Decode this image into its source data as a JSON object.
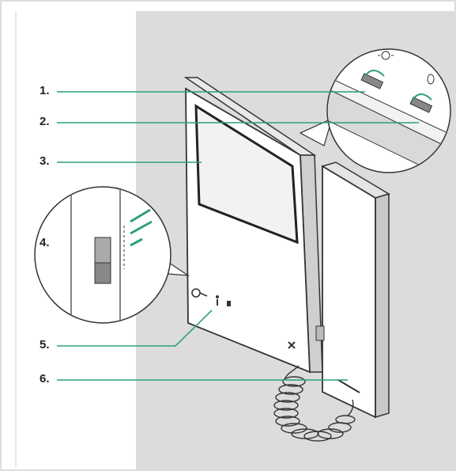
{
  "callouts": [
    {
      "label": "1."
    },
    {
      "label": "2."
    },
    {
      "label": "3."
    },
    {
      "label": "4."
    },
    {
      "label": "5."
    },
    {
      "label": "6."
    }
  ],
  "colors": {
    "background": "#ffffff",
    "wall": "#dcdcdc",
    "outline": "#333333",
    "leader_line": "#2e9e7a",
    "screen": "#f2f2f2",
    "device_body": "#ffffff"
  }
}
